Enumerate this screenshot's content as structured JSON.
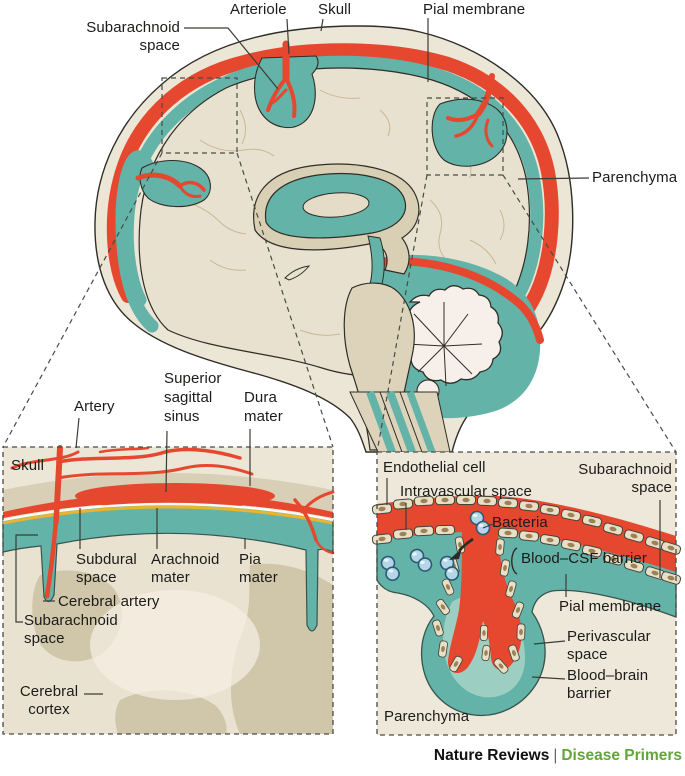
{
  "figure": {
    "type": "anatomical-diagram",
    "subject": "Meninges and barriers of the brain (sagittal head section with two magnified insets)"
  },
  "main": {
    "labels": {
      "subarachnoid_space": "Subarachnoid\nspace",
      "arteriole": "Arteriole",
      "skull": "Skull",
      "pial_membrane": "Pial membrane",
      "parenchyma": "Parenchyma"
    }
  },
  "left_inset": {
    "labels": {
      "artery": "Artery",
      "superior_sagittal_sinus": "Superior\nsagittal\nsinus",
      "dura_mater": "Dura\nmater",
      "skull": "Skull",
      "subdural_space": "Subdural\nspace",
      "arachnoid_mater": "Arachnoid\nmater",
      "pia_mater": "Pia\nmater",
      "cerebral_artery": "Cerebral artery",
      "subarachnoid_space": "Subarachnoid\nspace",
      "cerebral_cortex": "Cerebral\ncortex"
    }
  },
  "right_inset": {
    "labels": {
      "endothelial_cell": "Endothelial cell",
      "intravascular_space": "Intravascular space",
      "subarachnoid_space": "Subarachnoid\nspace",
      "bacteria": "Bacteria",
      "blood_csf_barrier": "Blood–CSF barrier",
      "pial_membrane": "Pial membrane",
      "perivascular_space": "Perivascular\nspace",
      "blood_brain_barrier": "Blood–brain\nbarrier",
      "parenchyma": "Parenchyma"
    }
  },
  "footer": {
    "brand": "Nature Reviews",
    "separator": "|",
    "publication": "Disease Primers"
  },
  "palette": {
    "red": "#e5482f",
    "teal": "#63b3a8",
    "teal_light": "#9ccfc2",
    "yellow_arachnoid": "#ecb32e",
    "skull_cream": "#ece6d7",
    "dura_beige": "#d8cfb6",
    "parenchyma": "#e9e1cf",
    "parenchyma_blotch": "#d0c6a9",
    "cerebellum": "#f7f0ea",
    "outline": "#2e2d26",
    "bacteria_fill": "#b3d7e8",
    "bacteria_stroke": "#2d5a72",
    "endothelial_fill": "#e9dfc6",
    "endothelial_nucleus": "#9c8257",
    "footer_green": "#64a53a",
    "label_text": "#1b1b19"
  }
}
